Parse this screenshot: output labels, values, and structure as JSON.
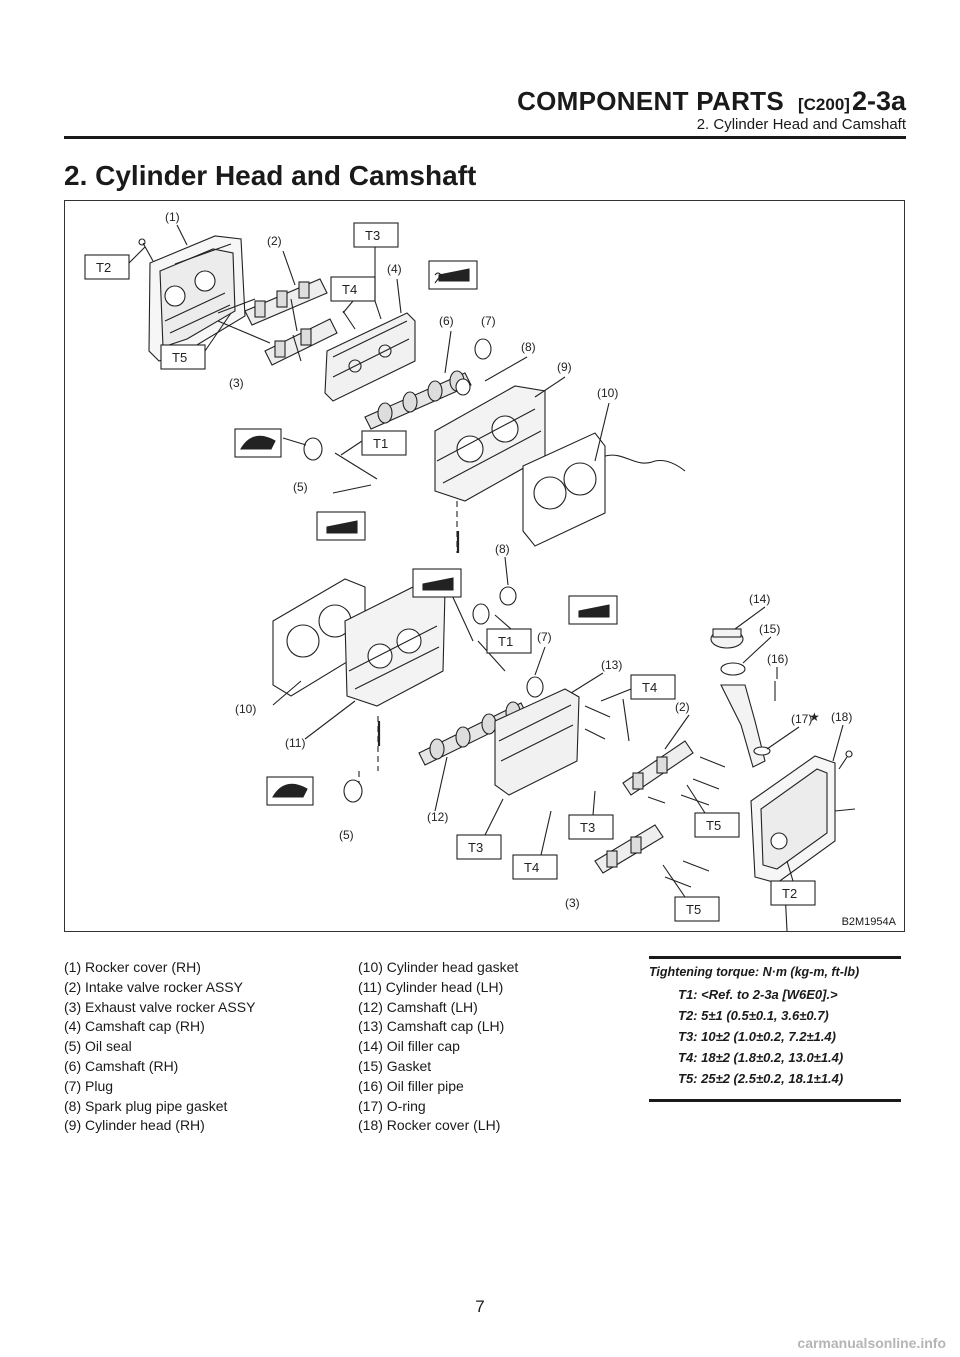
{
  "header": {
    "component": "COMPONENT PARTS",
    "code": "[C200]",
    "section": "2-3a",
    "subtitle": "2. Cylinder Head and Camshaft"
  },
  "title": "2. Cylinder Head and Camshaft",
  "figure": {
    "code": "B2M1954A",
    "callouts": {
      "c1": "(1)",
      "c2": "(2)",
      "c3": "(3)",
      "c4": "(4)",
      "c5": "(5)",
      "c6": "(6)",
      "c7": "(7)",
      "c8": "(8)",
      "c9": "(9)",
      "c10": "(10)",
      "c11": "(11)",
      "c12": "(12)",
      "c13": "(13)",
      "c14": "(14)",
      "c15": "(15)",
      "c16": "(16)",
      "c17": "(17)",
      "c18": "(18)",
      "star": "★"
    },
    "torque_tags": {
      "t1": "T1",
      "t2": "T2",
      "t3": "T3",
      "t4": "T4",
      "t5": "T5"
    }
  },
  "legend": {
    "col1": [
      "(1) Rocker cover (RH)",
      "(2) Intake valve rocker ASSY",
      "(3) Exhaust valve rocker ASSY",
      "(4) Camshaft cap (RH)",
      "(5) Oil seal",
      "(6) Camshaft (RH)",
      "(7) Plug",
      "(8) Spark plug pipe gasket",
      "(9) Cylinder head (RH)"
    ],
    "col2": [
      "(10) Cylinder head gasket",
      "(11) Cylinder head (LH)",
      "(12) Camshaft (LH)",
      "(13) Camshaft cap (LH)",
      "(14) Oil filler cap",
      "(15) Gasket",
      "(16) Oil filler pipe",
      "(17) O-ring",
      "(18) Rocker cover (LH)"
    ]
  },
  "torque": {
    "title": "Tightening torque: N·m (kg-m, ft-lb)",
    "lines": [
      "T1: <Ref. to 2-3a [W6E0].>",
      "T2: 5±1 (0.5±0.1, 3.6±0.7)",
      "T3: 10±2 (1.0±0.2, 7.2±1.4)",
      "T4: 18±2 (1.8±0.2, 13.0±1.4)",
      "T5: 25±2 (2.5±0.2, 18.1±1.4)"
    ]
  },
  "page_number": "7",
  "watermark": "carmanualsonline.info"
}
